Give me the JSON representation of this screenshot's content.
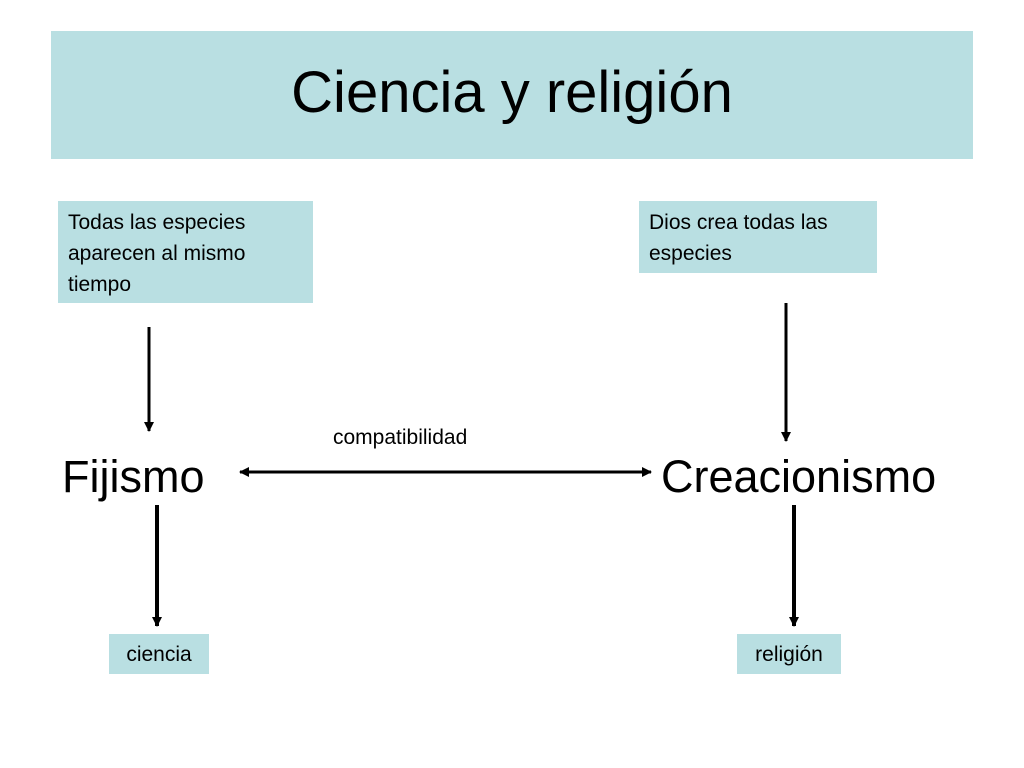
{
  "title": "Ciencia y religión",
  "premises": {
    "left": "Todas las especies aparecen al mismo tiempo",
    "right": "Dios crea todas las especies"
  },
  "concepts": {
    "left": "Fijismo",
    "right": "Creacionismo"
  },
  "relation": {
    "label": "compatibilidad"
  },
  "outcomes": {
    "left": "ciencia",
    "right": "religión"
  },
  "colors": {
    "box_fill": "#b9dfe2",
    "arrow": "#000000"
  }
}
